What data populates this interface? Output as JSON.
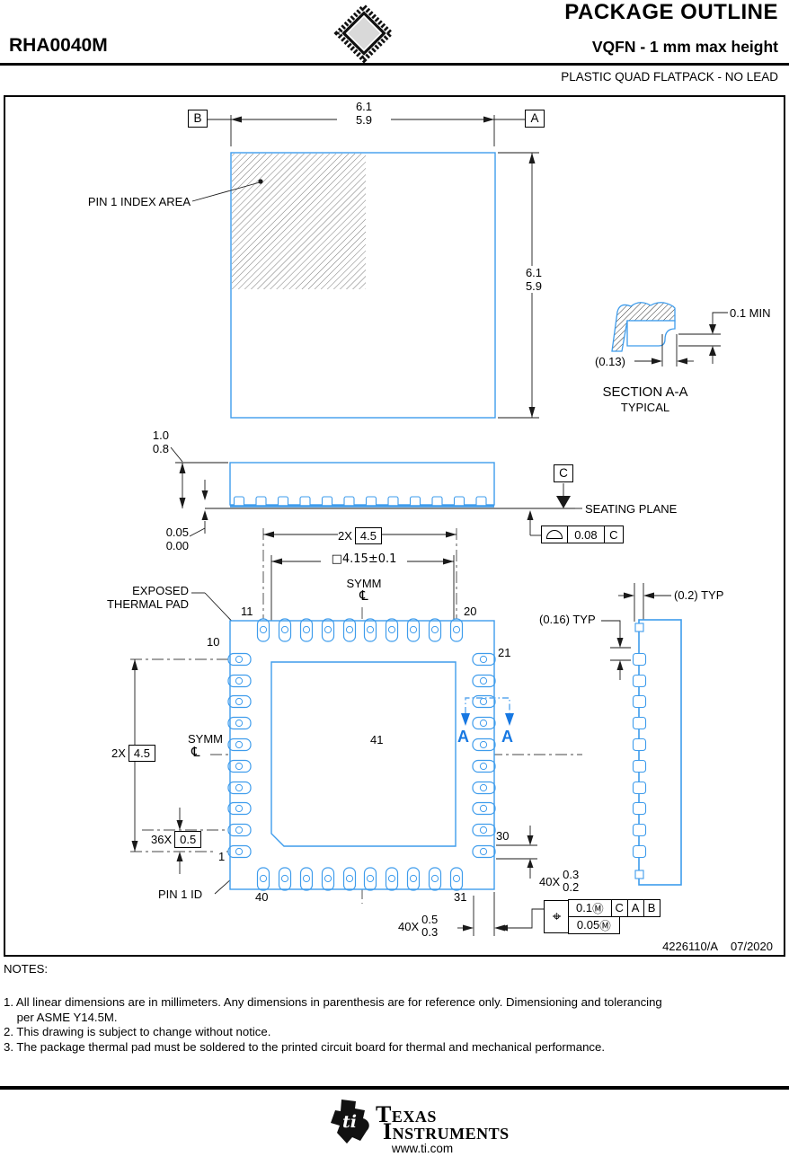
{
  "colors": {
    "drawing_blue": "#3E9CEC",
    "section_blue": "#1778E2",
    "line_black": "#1a1a1a"
  },
  "header": {
    "title": "PACKAGE OUTLINE",
    "part_number": "RHA0040M",
    "subtitle": "VQFN - 1 mm max height",
    "package_type": "PLASTIC QUAD FLATPACK - NO LEAD"
  },
  "drawing": {
    "datum_a": "A",
    "datum_b": "B",
    "datum_c": "C",
    "top_view": {
      "label": "PIN 1 INDEX AREA",
      "width": {
        "max": "6.1",
        "min": "5.9"
      },
      "height": {
        "max": "6.1",
        "min": "5.9"
      }
    },
    "section_aa": {
      "title": "SECTION A-A",
      "subtitle": "TYPICAL",
      "min_dim": "0.1 MIN",
      "ref_dim": "(0.13)"
    },
    "side_view": {
      "height": {
        "max": "1.0",
        "min": "0.8"
      },
      "standoff": {
        "max": "0.05",
        "min": "0.00"
      },
      "seating_plane": "SEATING PLANE",
      "flatness": {
        "value": "0.08",
        "datum": "C"
      }
    },
    "bottom_view": {
      "span": {
        "qty": "2X",
        "value": "4.5"
      },
      "pad_dim": "□4.15±0.1",
      "symm": "SYMM",
      "centerline_symbol": "℄",
      "exposed_pad": {
        "line1": "EXPOSED",
        "line2": "THERMAL PAD"
      },
      "pins": {
        "p1": "1",
        "p10": "10",
        "p11": "11",
        "p20": "20",
        "p21": "21",
        "p30": "30",
        "p31": "31",
        "p40": "40",
        "p41": "41"
      },
      "pitch": {
        "qty": "36X",
        "value": "0.5"
      },
      "pin1_id": "PIN 1 ID",
      "lead_length": {
        "qty": "40X",
        "max": "0.5",
        "min": "0.3"
      },
      "lead_width": {
        "qty": "40X",
        "max": "0.3",
        "min": "0.2"
      },
      "section_marker": "A",
      "detail": {
        "lead_width_ref": "(0.2) TYP",
        "lead_gap_ref": "(0.16) TYP"
      },
      "position_tolerance": {
        "symbol": "⌖",
        "primary": {
          "value": "0.1",
          "modifier": "Ⓜ",
          "datums": [
            "C",
            "A",
            "B"
          ]
        },
        "secondary": {
          "value": "0.05",
          "modifier": "Ⓜ"
        }
      }
    },
    "doc": {
      "number": "4226110/A",
      "date": "07/2020"
    }
  },
  "notes": {
    "heading": "NOTES:",
    "items": [
      "1. All linear dimensions are in millimeters. Any dimensions in parenthesis are for reference only. Dimensioning and tolerancing\n    per ASME Y14.5M.",
      "2. This drawing is subject to change without notice.",
      "3. The package thermal pad must be soldered to the printed circuit board for thermal and mechanical performance."
    ]
  },
  "footer": {
    "brand_line1": "Texas",
    "brand_line2": "Instruments",
    "logo_text": "ti",
    "url": "www.ti.com"
  }
}
